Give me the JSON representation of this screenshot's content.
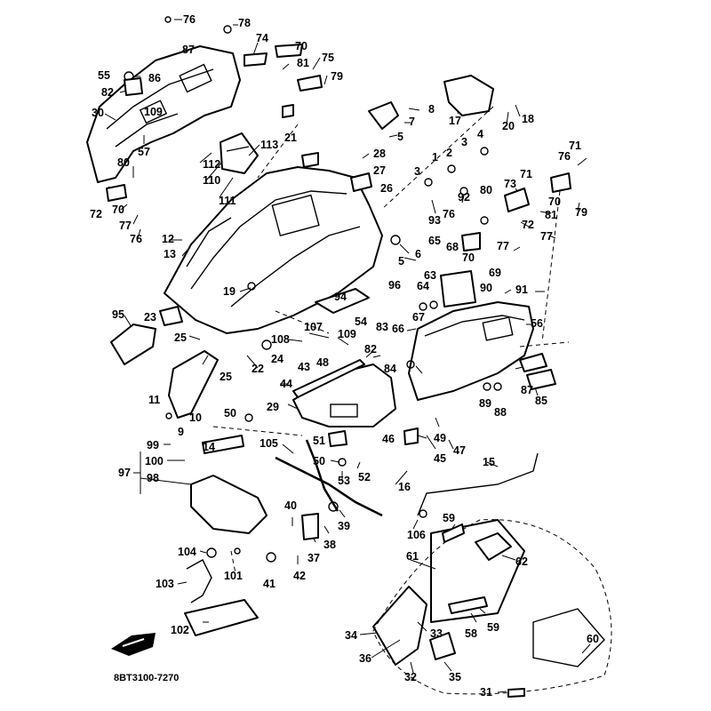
{
  "diagram": {
    "type": "exploded-parts-diagram",
    "drawing_code": "8BT3100-7270",
    "part_labels": [
      "1",
      "2",
      "3",
      "4",
      "5",
      "6",
      "7",
      "8",
      "9",
      "10",
      "11",
      "12",
      "13",
      "14",
      "15",
      "16",
      "17",
      "18",
      "19",
      "20",
      "21",
      "22",
      "23",
      "24",
      "25",
      "26",
      "27",
      "28",
      "29",
      "30",
      "31",
      "32",
      "33",
      "34",
      "35",
      "36",
      "37",
      "38",
      "39",
      "40",
      "41",
      "42",
      "43",
      "44",
      "45",
      "46",
      "47",
      "48",
      "49",
      "50",
      "51",
      "52",
      "53",
      "54",
      "55",
      "56",
      "57",
      "58",
      "59",
      "60",
      "61",
      "62",
      "63",
      "64",
      "65",
      "66",
      "67",
      "68",
      "69",
      "70",
      "71",
      "72",
      "73",
      "74",
      "75",
      "76",
      "77",
      "78",
      "79",
      "80",
      "81",
      "82",
      "83",
      "84",
      "85",
      "86",
      "87",
      "88",
      "89",
      "90",
      "91",
      "92",
      "93",
      "94",
      "95",
      "96",
      "97",
      "98",
      "99",
      "100",
      "101",
      "102",
      "103",
      "104",
      "105",
      "106",
      "107",
      "108",
      "109",
      "110",
      "111",
      "112",
      "113"
    ]
  }
}
